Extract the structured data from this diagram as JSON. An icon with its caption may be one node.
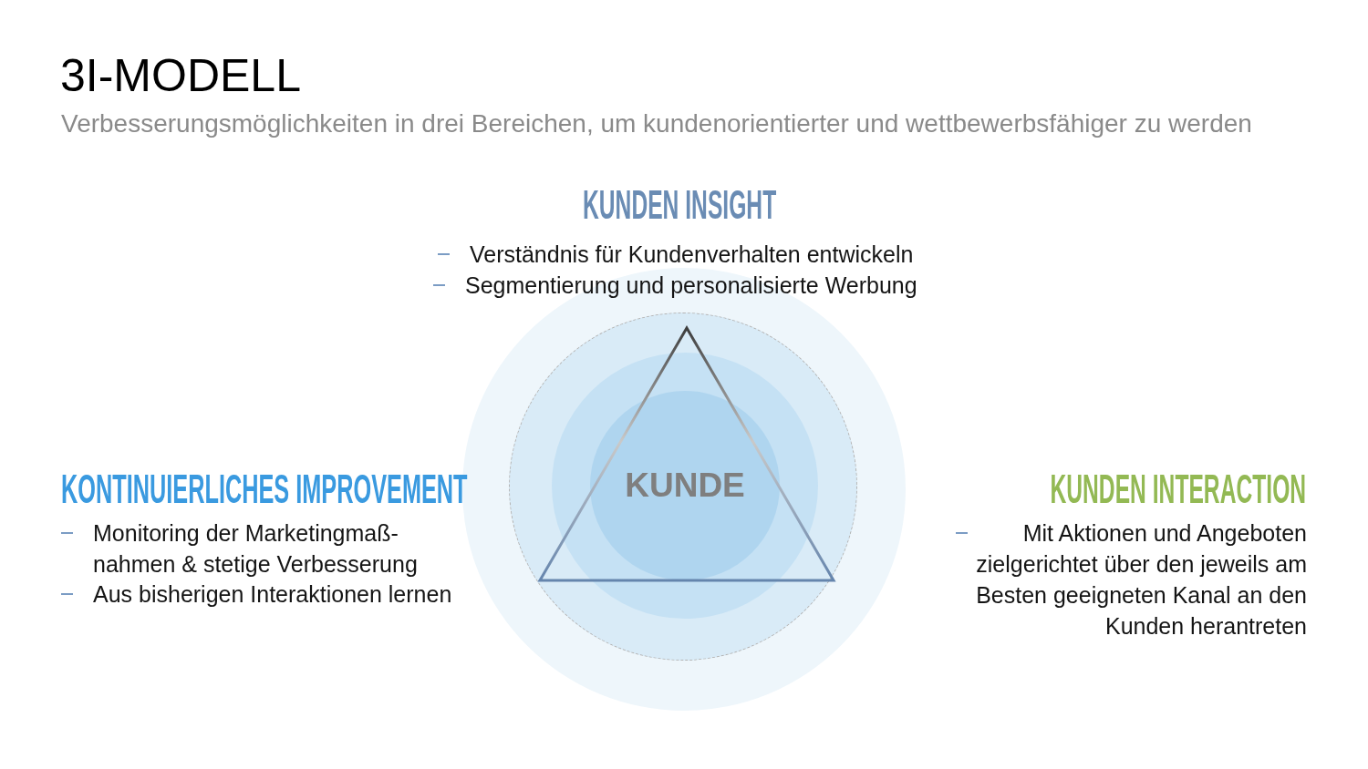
{
  "diagram": {
    "title": "3I-MODELL",
    "nodes": [
      {
        "text": [],
        "shape": "circle"
      },
      {
        "text": [],
        "shape": "circle",
        "in": 0
      },
      {
        "text": [],
        "shape": "circle",
        "in": 1
      },
      {
        "text": [
          "KUNDE"
        ],
        "in": 2
      }
    ],
    "labels": [
      "Verbesserungsmöglichkeiten in drei Bereichen, um kundenorientierter und wettbewerbsfähiger zu werden",
      "KUNDEN INSIGHT",
      "Verständnis für Kundenverhalten entwickeln",
      "Segmentierung und personalisierte Werbung",
      "KONTINUIERLICHES IMPROVEMENT",
      "Monitoring der Marketingmaß- nahmen & stetige Verbesserung",
      "Aus bisherigen Interaktionen lernen",
      "KUNDEN INTERACTION",
      "Mit Aktionen und Angeboten zielgerichtet über den jeweils am Besten geeigneten Kanal an den Kunden herantreten"
    ]
  }
}
